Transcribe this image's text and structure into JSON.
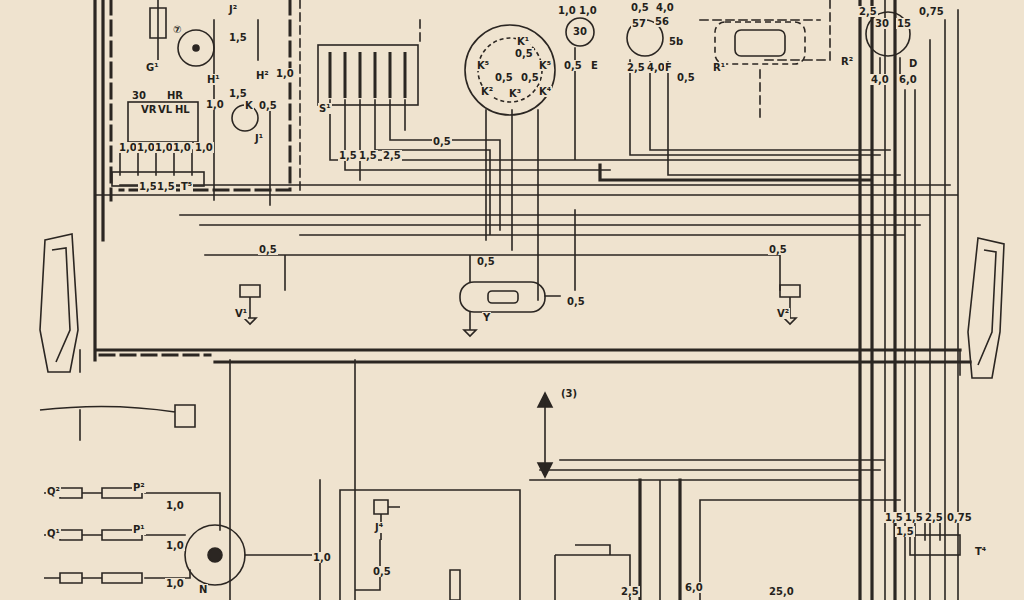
{
  "diagram": {
    "labels": [
      "J²",
      "⑦",
      "1,5",
      "H¹",
      "H²",
      "1,0",
      "G¹",
      "30",
      "HR",
      "VR",
      "VL",
      "HL",
      "1,5",
      "K",
      "1,0",
      "0,5",
      "J¹",
      "1,0",
      "1,0",
      "1,0",
      "1,0",
      "1,0",
      "1,5",
      "1,5",
      "T⁵",
      "S¹",
      "K¹",
      "0,5",
      "K⁵",
      "0,5",
      "0,5",
      "K⁵",
      "K²",
      "K³",
      "K⁴",
      "0,5",
      "1,5",
      "1,5",
      "2,5",
      "1,0",
      "1,0",
      "30",
      "0,5",
      "E",
      "0,5",
      "4,0",
      "57",
      "56",
      "5b",
      "2,5",
      "4,0",
      "F",
      "0,5",
      "R¹",
      "R²",
      "2,5",
      "30",
      "15",
      "0,75",
      "D",
      "4,0",
      "6,0",
      "0,5",
      "V¹",
      "0,5",
      "Y",
      "0,5",
      "0,5",
      "V²",
      "(3)",
      "J⁴",
      "0,5",
      "Q²",
      "P²",
      "1,0",
      "Q¹",
      "P¹",
      "1,0",
      "1,0",
      "N",
      "1,0",
      "2,5",
      "6,0",
      "25,0",
      "1,5",
      "1,5",
      "2,5",
      "0,75",
      "1,5",
      "T⁴"
    ]
  }
}
